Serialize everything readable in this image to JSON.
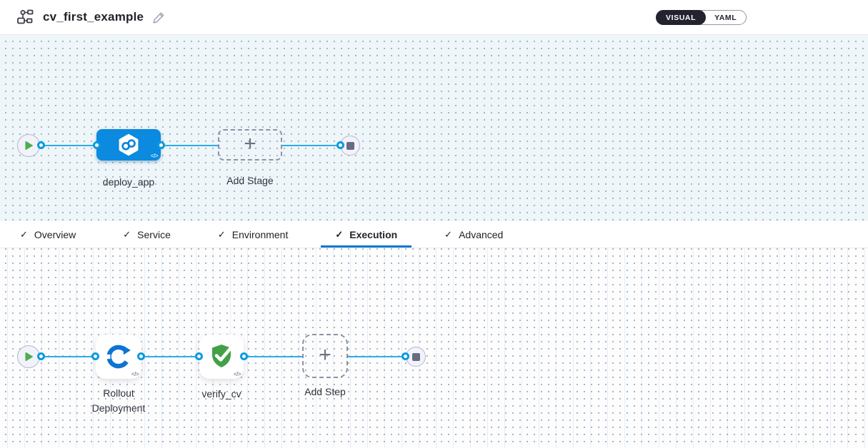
{
  "header": {
    "title": "cv_first_example",
    "view_toggle": {
      "visual_label": "VISUAL",
      "yaml_label": "YAML"
    }
  },
  "icons": {
    "check": "✓",
    "plus": "+",
    "code_badge": "</>"
  },
  "stage_row": {
    "stage_name": "deploy_app",
    "add_stage_label": "Add Stage"
  },
  "tabs": {
    "items": [
      {
        "label": "Overview",
        "completed": true
      },
      {
        "label": "Service",
        "completed": true
      },
      {
        "label": "Environment",
        "completed": true
      },
      {
        "label": "Execution",
        "completed": true
      },
      {
        "label": "Advanced",
        "completed": true
      }
    ],
    "active": "Execution"
  },
  "step_row": {
    "step1_name": "Rollout Deployment",
    "step2_name": "verify_cv",
    "add_step_label": "Add Step"
  },
  "colors": {
    "accent_blue": "#0278d5",
    "node_blue": "#0b8ae0",
    "connector_blue": "#29afe8",
    "play_green": "#4caf50",
    "shield_green": "#43a047",
    "toggle_dark": "#22232f"
  }
}
